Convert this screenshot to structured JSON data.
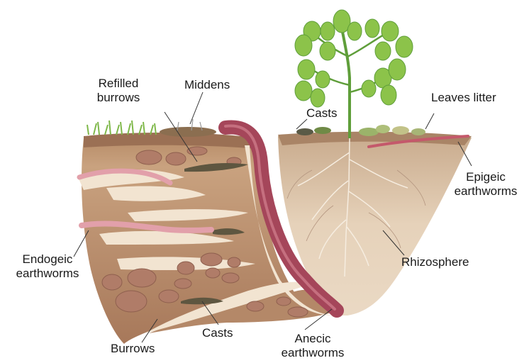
{
  "labels": {
    "refilled_burrows": "Refilled burrows",
    "middens": "Middens",
    "casts_top": "Casts",
    "leaves_litter": "Leaves litter",
    "epigeic": "Epigeic earthworms",
    "endogeic": "Endogeic earthworms",
    "rhizosphere": "Rhizosphere",
    "casts_bottom": "Casts",
    "burrows": "Burrows",
    "anecic": "Anecic earthworms"
  },
  "colors": {
    "soil_light": "#e9d6bd",
    "soil_mid": "#c49a76",
    "soil_dark": "#8c6246",
    "burrow": "#f3e7d6",
    "worm": "#b25264",
    "worm_pink": "#e6a2ac",
    "stone": "#b07c68",
    "plant": "#5f9e3a",
    "leaf": "#8cc34a",
    "grass": "#7fb84a",
    "label_line": "#333333"
  }
}
